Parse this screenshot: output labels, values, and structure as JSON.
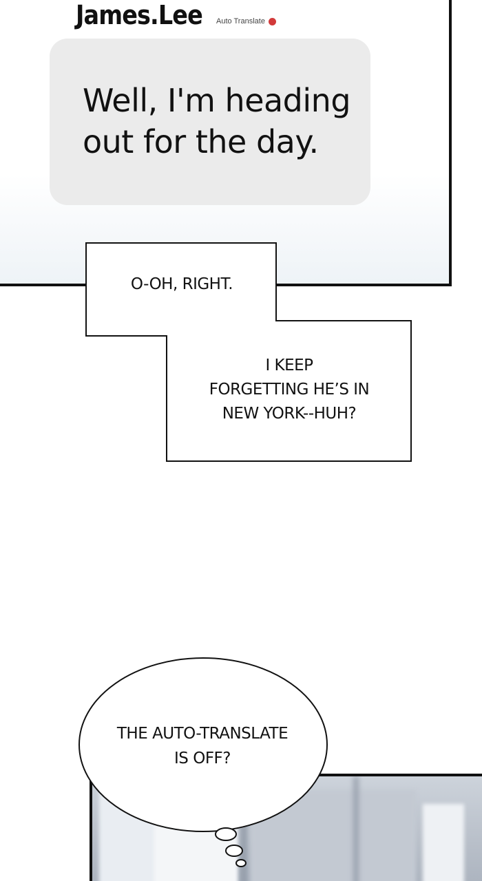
{
  "chat": {
    "sender_name": "James.Lee",
    "auto_translate_label": "Auto Translate",
    "status_color": "#d23a3a",
    "message": "Well, I'm heading out for the day."
  },
  "captions": {
    "first": "O-OH, RIGHT.",
    "second_lines": [
      "I KEEP",
      "FORGETTING HE’S IN",
      "NEW YORK--HUH?"
    ]
  },
  "thought": {
    "lines": [
      "THE AUTO-TRANSLATE",
      "IS OFF?"
    ]
  }
}
